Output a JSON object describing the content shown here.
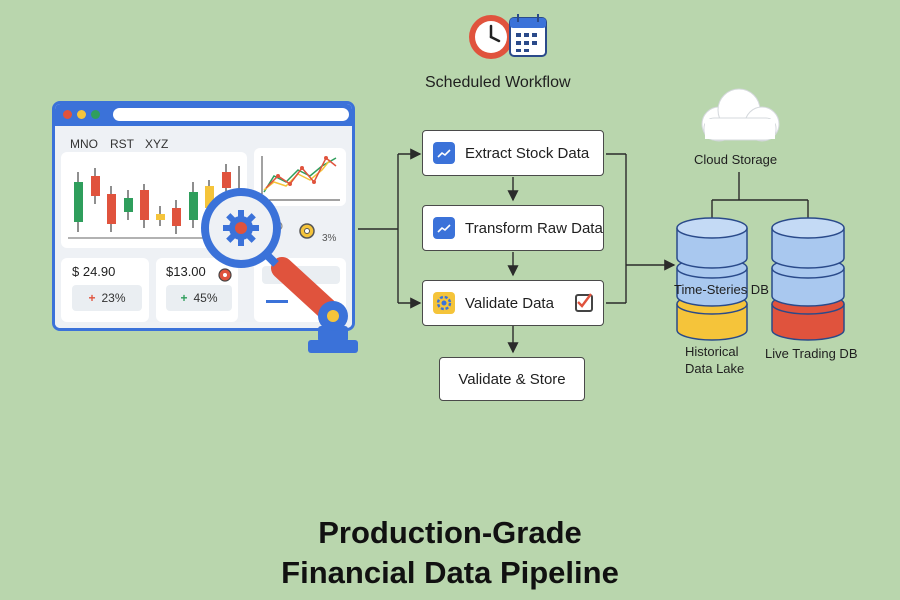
{
  "schedule": {
    "label": "Scheduled Workflow"
  },
  "dashboard": {
    "tickers": [
      "MNO",
      "RST",
      "XYZ"
    ],
    "cards": [
      {
        "price": "$ 24.90",
        "change": "23%",
        "sign": "+"
      },
      {
        "price": "$13.00",
        "change": "45%",
        "sign": "+"
      }
    ],
    "minor_value": "3%"
  },
  "pipeline": {
    "steps": [
      {
        "label": "Extract Stock Data"
      },
      {
        "label": "Transform Raw Data"
      },
      {
        "label": "Validate Data"
      }
    ],
    "final_step": "Validate & Store"
  },
  "storage": {
    "cloud_label": "Cloud Storage",
    "timeseries_label": "Time-Steries DB",
    "historical_label": "Historical\nData Lake",
    "live_label": "Live Trading DB"
  },
  "title": {
    "line1": "Production-Grade",
    "line2": "Financial Data Pipeline"
  },
  "colors": {
    "background": "#b9d6ad",
    "blue": "#3b72d9",
    "red": "#e0533d",
    "yellow": "#f5c43a",
    "green": "#2f9e5c",
    "db_blue": "#a9c8ef"
  }
}
